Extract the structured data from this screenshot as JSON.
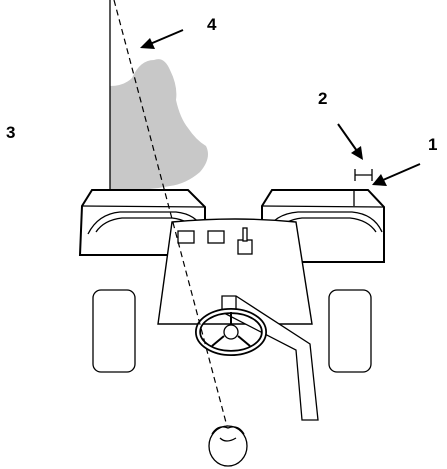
{
  "labels": {
    "l1": "1",
    "l2": "2",
    "l3": "3",
    "l4": "4"
  },
  "colors": {
    "line": "#000000",
    "blind_zone": "#c8c8c8",
    "background": "#ffffff"
  }
}
